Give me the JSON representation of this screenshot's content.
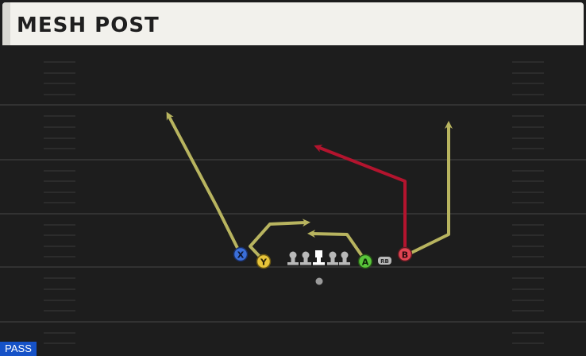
{
  "play": {
    "title": "MESH POST",
    "type_badge": "PASS"
  },
  "players": {
    "x": "X",
    "y": "Y",
    "a": "A",
    "b": "B",
    "rb": "RB"
  },
  "colors": {
    "route_default": "#b8b45f",
    "route_highlight": "#b3142e",
    "player_x": "#3b6fd9",
    "player_y": "#e7c43a",
    "player_a": "#59c53a",
    "player_b": "#e04452",
    "field": "#1d1d1d",
    "yard_line": "#3a3a3a",
    "badge": "#1652c7"
  }
}
